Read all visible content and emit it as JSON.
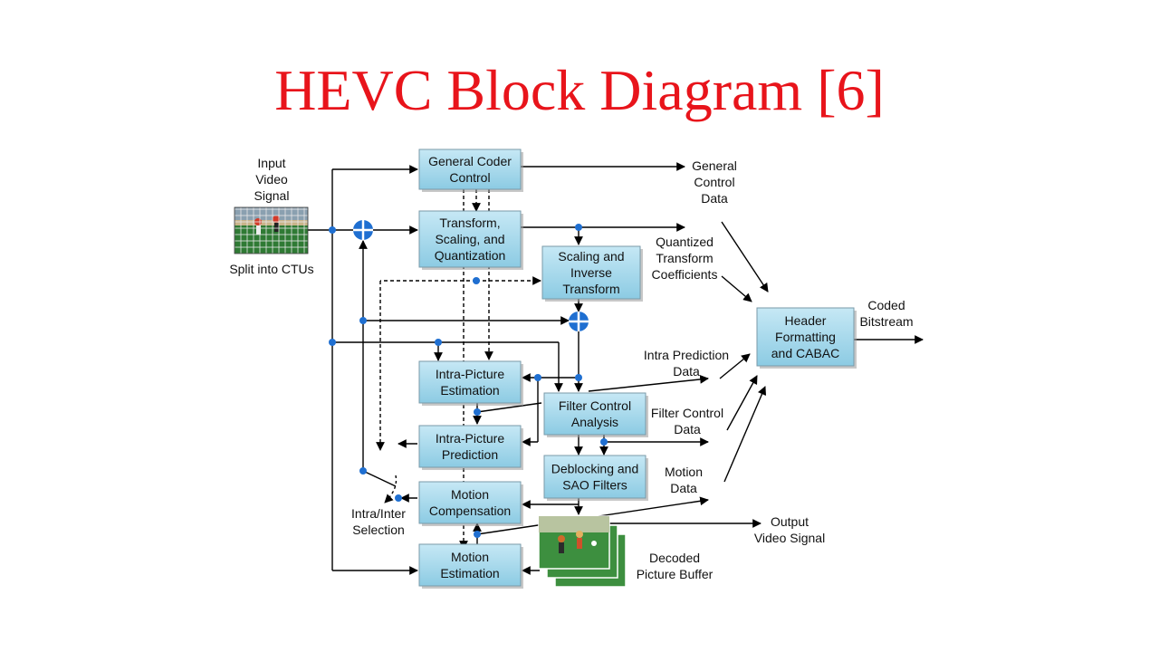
{
  "slide": {
    "title": "HEVC Block Diagram [6]"
  },
  "colors": {
    "title": "#e8141b",
    "block_fill": "#a9d8ec",
    "block_stroke": "#7a9aa8",
    "junction_dot": "#1f6fd1",
    "line": "#000000"
  },
  "blocks": {
    "general_coder_control": [
      "General Coder",
      "Control"
    ],
    "transform_scaling_quantization": [
      "Transform,",
      "Scaling, and",
      "Quantization"
    ],
    "scaling_inverse_transform": [
      "Scaling and",
      "Inverse",
      "Transform"
    ],
    "header_formatting_cabac": [
      "Header",
      "Formatting",
      "and CABAC"
    ],
    "intra_picture_estimation": [
      "Intra-Picture",
      "Estimation"
    ],
    "filter_control_analysis": [
      "Filter Control",
      "Analysis"
    ],
    "intra_picture_prediction": [
      "Intra-Picture",
      "Prediction"
    ],
    "deblocking_sao_filters": [
      "Deblocking and",
      "SAO Filters"
    ],
    "motion_compensation": [
      "Motion",
      "Compensation"
    ],
    "motion_estimation": [
      "Motion",
      "Estimation"
    ]
  },
  "labels": {
    "input_video_signal": [
      "Input",
      "Video",
      "Signal"
    ],
    "split_into_ctus": [
      "Split into CTUs"
    ],
    "general_control_data": [
      "General",
      "Control",
      "Data"
    ],
    "quantized_transform_coefficients": [
      "Quantized",
      "Transform",
      "Coefficients"
    ],
    "coded_bitstream": [
      "Coded",
      "Bitstream"
    ],
    "intra_prediction_data": [
      "Intra Prediction",
      "Data"
    ],
    "filter_control_data": [
      "Filter Control",
      "Data"
    ],
    "motion_data": [
      "Motion",
      "Data"
    ],
    "output_video_signal": [
      "Output",
      "Video Signal"
    ],
    "decoded_picture_buffer": [
      "Decoded",
      "Picture Buffer"
    ],
    "intra_inter_selection": [
      "Intra/Inter",
      "Selection"
    ]
  }
}
